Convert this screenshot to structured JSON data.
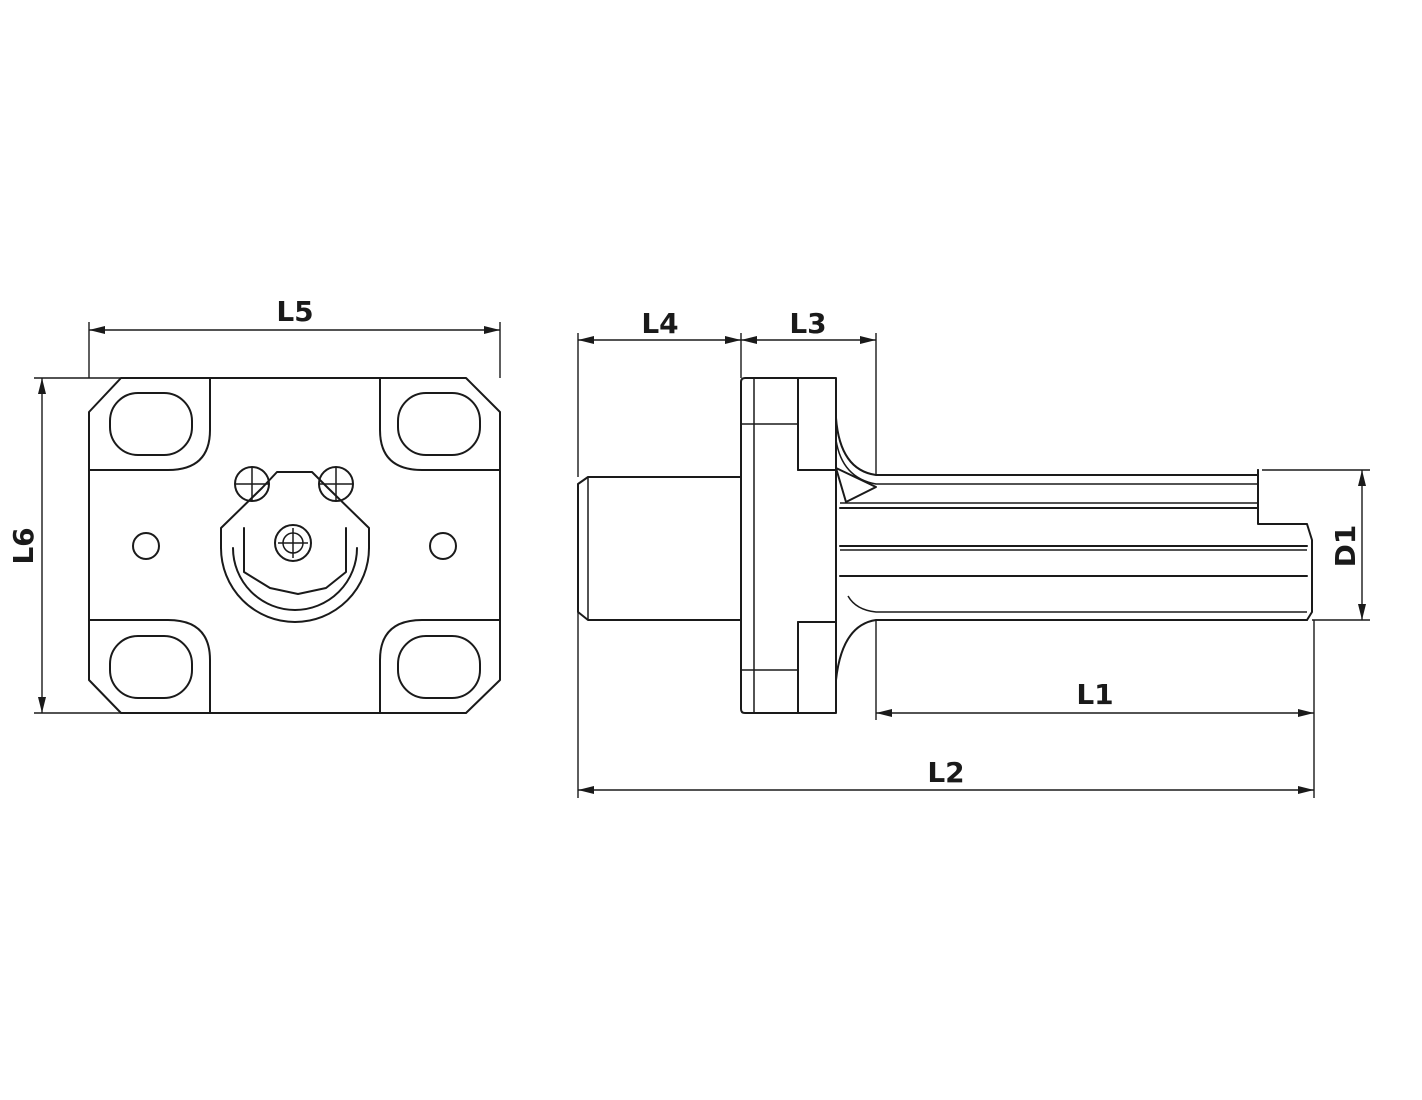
{
  "dimensions": {
    "L1": "L1",
    "L2": "L2",
    "L3": "L3",
    "L4": "L4",
    "L5": "L5",
    "L6": "L6",
    "D1": "D1"
  },
  "colors": {
    "line": "#1a1a1a",
    "background": "#ffffff"
  }
}
